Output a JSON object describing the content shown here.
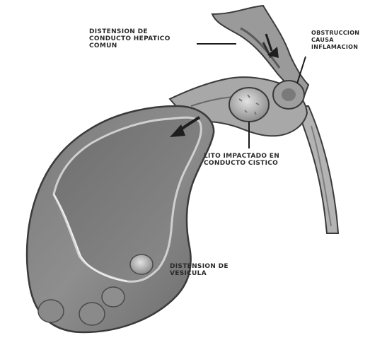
{
  "labels": {
    "hepatic_duct": [
      "DISTENSION DE",
      "CONDUCTO HEPATICO",
      "COMUN"
    ],
    "obstruction": [
      "OBSTRUCCION",
      "CAUSA",
      "INFLAMACION"
    ],
    "impacted_stone": [
      "LITO IMPACTADO EN",
      "CONDUCTO CISTICO"
    ],
    "gallbladder": [
      "DISTENSION DE",
      "VESICULA"
    ]
  },
  "colors": {
    "background": "#ffffff",
    "organ_dark": "#5b5b5b",
    "organ_mid": "#8a8a8a",
    "organ_light": "#b9b9b9",
    "outline": "#3a3a3a",
    "text": "#2a2a2a"
  }
}
